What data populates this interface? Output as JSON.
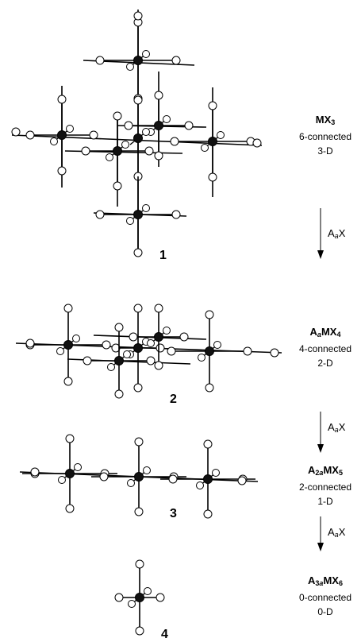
{
  "structures": [
    {
      "number": "1",
      "formula_sym": "M",
      "formula_rest": "X",
      "formula_count": "3",
      "connectivity": "6-connected",
      "dimension": "3-D"
    },
    {
      "number": "2",
      "prefix_sym": "A",
      "prefix_sub": "a",
      "formula_sym": "M",
      "formula_rest": "X",
      "formula_count": "4",
      "connectivity": "4-connected",
      "dimension": "2-D"
    },
    {
      "number": "3",
      "prefix_sym": "A",
      "prefix_sub_num": "2",
      "prefix_sub": "a",
      "formula_sym": "M",
      "formula_rest": "X",
      "formula_count": "5",
      "connectivity": "2-connected",
      "dimension": "1-D"
    },
    {
      "number": "4",
      "prefix_sym": "A",
      "prefix_sub_num": "3",
      "prefix_sub": "a",
      "formula_sym": "M",
      "formula_rest": "X",
      "formula_count": "6",
      "connectivity": "0-connected",
      "dimension": "0-D"
    }
  ],
  "reagent": {
    "sym": "A",
    "sub": "a",
    "rest": "X"
  },
  "colors": {
    "metal": "#111111",
    "halide_fill": "#ffffff",
    "stroke": "#000000"
  }
}
